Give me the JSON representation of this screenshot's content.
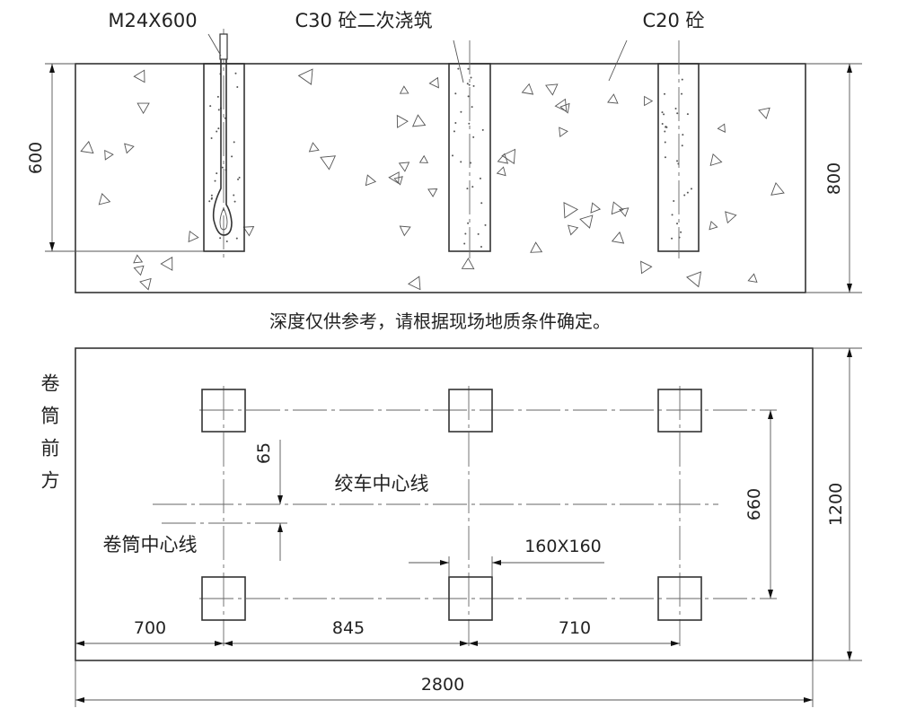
{
  "elevation": {
    "labels": {
      "bolt": "M24X600",
      "grout": "C30 砼二次浇筑",
      "concrete": "C20 砼"
    },
    "dims": {
      "depth": "600",
      "height": "800"
    },
    "note": "深度仅供参考，请根据现场地质条件确定。"
  },
  "plan": {
    "side_label": "卷筒前方",
    "winch_centerline": "绞车中心线",
    "drum_centerline": "卷筒中心线",
    "dims": {
      "offset": "65",
      "spacing_y": "660",
      "width": "1200",
      "d1": "700",
      "d2": "845",
      "d3": "710",
      "length": "2800",
      "pocket": "160X160"
    }
  }
}
